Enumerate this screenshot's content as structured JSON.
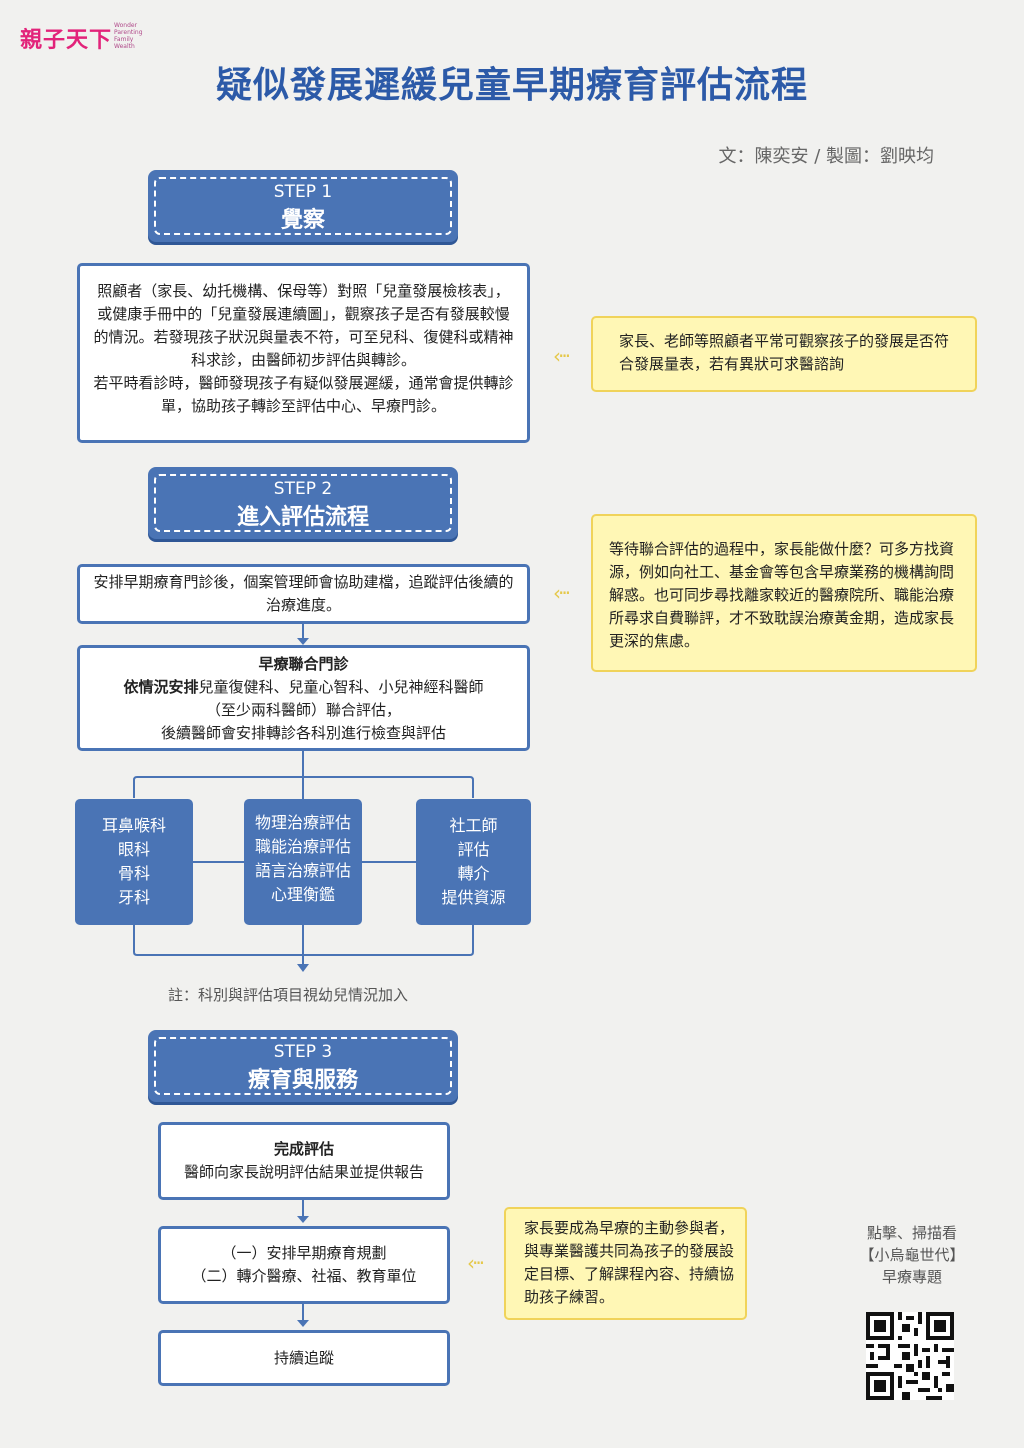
{
  "logo": {
    "text": "親子天下",
    "tagline": "Wonder Parenting Family Wealth"
  },
  "title": "疑似發展遲緩兒童早期療育評估流程",
  "credit": "文：陳奕安 / 製圖：劉映均",
  "steps": [
    {
      "num": "STEP 1",
      "name": "覺察"
    },
    {
      "num": "STEP 2",
      "name": "進入評估流程"
    },
    {
      "num": "STEP 3",
      "name": "療育與服務"
    }
  ],
  "step1_box": "照顧者（家長、幼托機構、保母等）對照「兒童發展檢核表」，或健康手冊中的「兒童發展連續圖」，觀察孩子是否有發展較慢的情況。若發現孩子狀況與量表不符，可至兒科、復健科或精神科求診，由醫師初步評估與轉診。\n若平時看診時，醫師發現孩子有疑似發展遲緩，通常會提供轉診單，協助孩子轉診至評估中心、早療門診。",
  "step1_note": "家長、老師等照顧者平常可觀察孩子的發展是否符合發展量表，若有異狀可求醫諮詢",
  "step2_box1": "安排早期療育門診後，個案管理師會協助建檔，追蹤評估後續的治療進度。",
  "step2_box2": {
    "title": "早療聯合門診",
    "bold_lead": "依情況安排",
    "rest_line1": "兒童復健科、兒童心智科、小兒神經科醫師",
    "line2": "（至少兩科醫師）聯合評估，",
    "line3": "後續醫師會安排轉診各科別進行檢查與評估"
  },
  "step2_note": "等待聯合評估的過程中，家長能做什麼？可多方找資源，例如向社工、基金會等包含早療業務的機構詢問解惑。也可同步尋找離家較近的醫療院所、職能治療所尋求自費聯評，才不致耽誤治療黃金期，造成家長更深的焦慮。",
  "branches": [
    "耳鼻喉科\n眼科\n骨科\n牙科",
    "物理治療評估\n職能治療評估\n語言治療評估\n心理衡鑑",
    "社工師\n評估\n轉介\n提供資源"
  ],
  "footnote": "註：科別與評估項目視幼兒情況加入",
  "step3_box1": {
    "title": "完成評估",
    "text": "醫師向家長說明評估結果並提供報告"
  },
  "step3_box2": {
    "line1": "（一）安排早期療育規劃",
    "line2": "（二）轉介醫療、社福、教育單位"
  },
  "step3_box3": "持續追蹤",
  "step3_note": "家長要成為早療的主動參與者，與專業醫護共同為孩子的發展設定目標、了解課程內容、持續協助孩子練習。",
  "qr_caption": "點擊、掃描看\n【小烏龜世代】\n早療專題",
  "colors": {
    "primary": "#4a74b5",
    "title": "#2c5aa8",
    "note_bg": "#fff7b5",
    "note_border": "#f0d35a",
    "logo": "#e2237a"
  }
}
